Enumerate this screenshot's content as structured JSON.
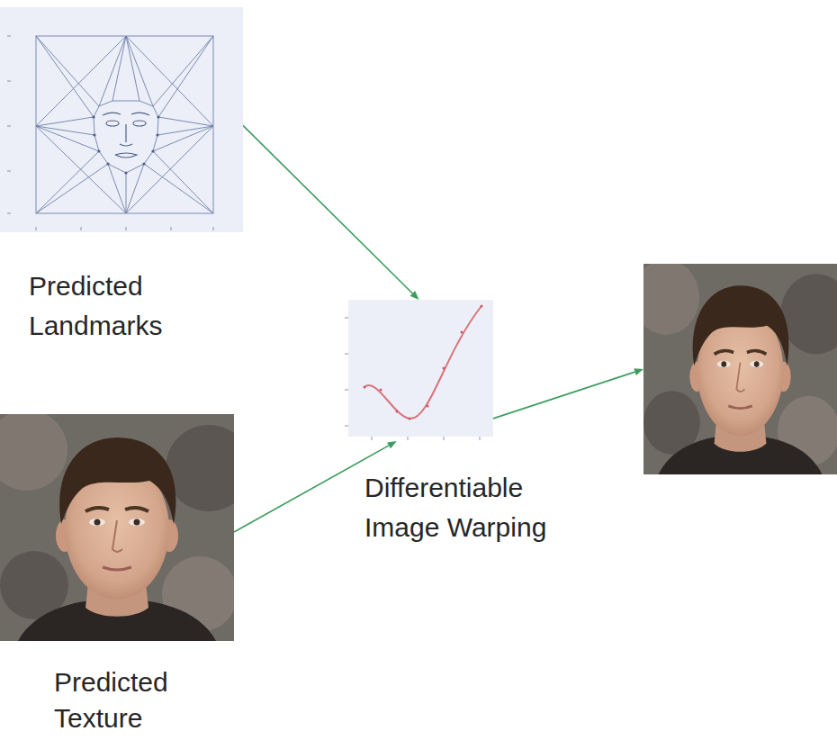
{
  "diagram": {
    "nodes": [
      {
        "text": [
          "Predicted Landmarks"
        ]
      },
      {
        "text": [
          "Predicted Texture"
        ]
      },
      {
        "text": [
          "Differentiable Image Warping"
        ]
      },
      {
        "text": []
      }
    ],
    "edges": [
      {
        "from": 0,
        "to": 2,
        "arrow": "to"
      },
      {
        "from": 1,
        "to": 2,
        "arrow": "to"
      },
      {
        "from": 2,
        "to": 3,
        "arrow": "to"
      }
    ]
  }
}
